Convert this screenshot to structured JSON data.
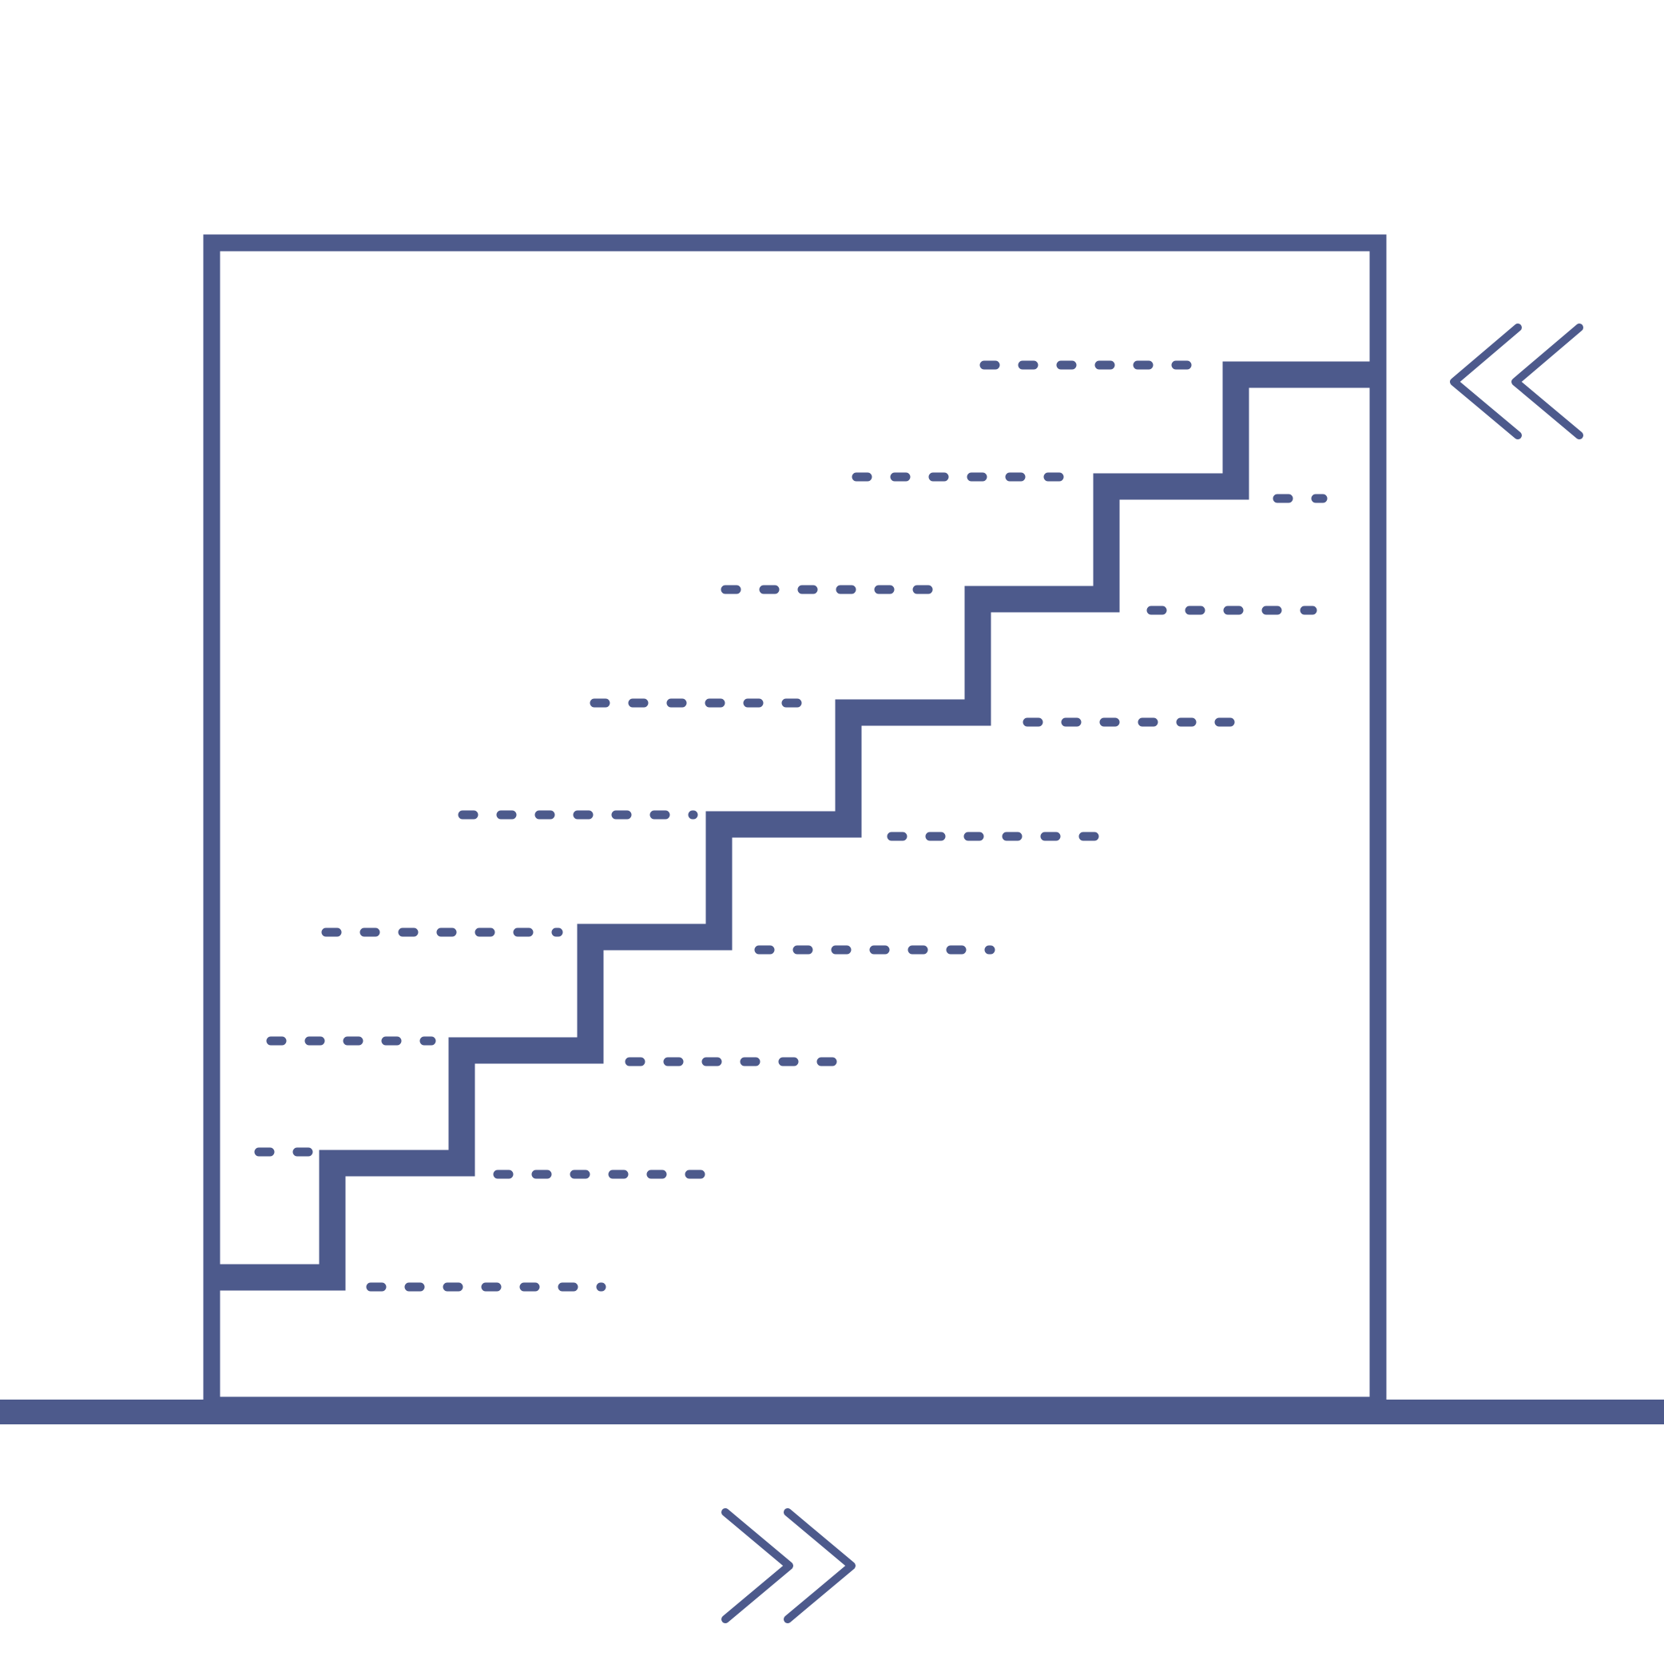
{
  "illustration": {
    "subject": "staircase-icon",
    "line_color": "#4d5a8c",
    "background_color": "#ffffff",
    "arrows": [
      {
        "name": "double-chevron-left-icon",
        "direction": "left"
      },
      {
        "name": "double-chevron-right-icon",
        "direction": "right"
      }
    ],
    "step_count": 9
  }
}
